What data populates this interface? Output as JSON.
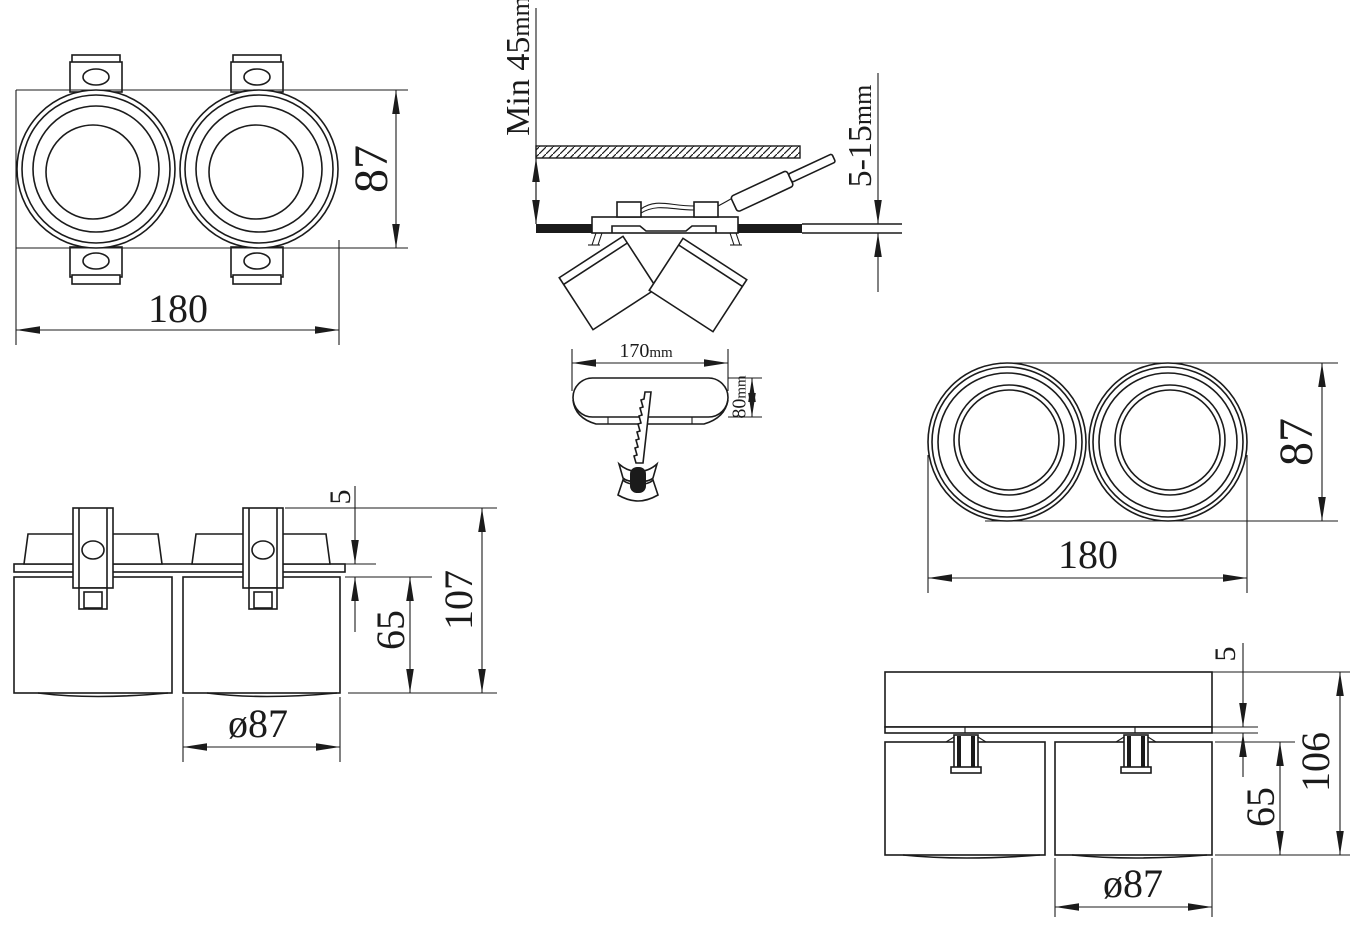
{
  "drawing": {
    "description": "Technical dimension drawing of a double recessed ceiling spotlight",
    "colors": {
      "ink": "#1b1b1b",
      "background": "#ffffff"
    },
    "views": {
      "top_left": {
        "width": "180",
        "height": "87"
      },
      "top_right": {
        "width": "180",
        "height": "87"
      },
      "installation": {
        "min_recess": {
          "value": "Min 45",
          "unit": "mm"
        },
        "panel_thickness": {
          "value": "5-15",
          "unit": "mm"
        }
      },
      "cutout": {
        "length": {
          "value": "170",
          "unit": "mm"
        },
        "width": {
          "value": "80",
          "unit": "mm"
        }
      },
      "side_left": {
        "flange": "5",
        "body": "65",
        "total": "107",
        "diameter": "ø87"
      },
      "side_right": {
        "flange": "5",
        "body": "65",
        "total": "106",
        "diameter": "ø87"
      }
    }
  }
}
